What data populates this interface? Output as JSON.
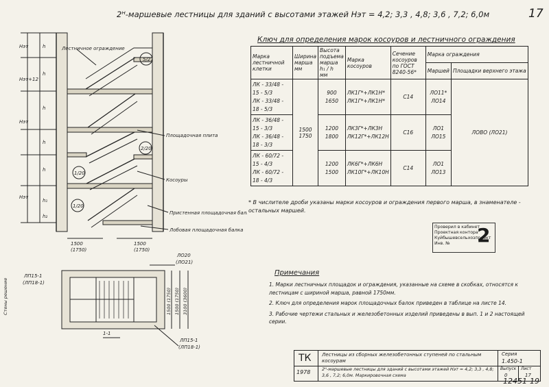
{
  "header": {
    "title": "2ᴴ-маршевые лестницы для зданий с высотами этажей Hэт = 4,2; 3,3 , 4,8; 3,6 , 7,2; 6,0м",
    "page_number": "17"
  },
  "elevation": {
    "labels": {
      "railing": "Лестничное ограждение",
      "landing_slab": "Площадочная плита",
      "stringers": "Косоуры",
      "wall_beam": "Пристенная площадочная балка",
      "front_beam": "Лобовая площадочная балка"
    },
    "circle_marks": [
      "1/20",
      "1/20",
      "2/20",
      "5/21"
    ],
    "dims": [
      "1500",
      "(1750)",
      "1500",
      "(1750)"
    ],
    "side_marks": [
      "Hэт",
      "Hэт+12",
      "h",
      "h",
      "Hэт",
      "h",
      "h",
      "Hэт",
      "h",
      "h₁",
      "h₂"
    ]
  },
  "key": {
    "title": "Ключ для определения марок косоуров и лестничного ограждения",
    "headers": {
      "marka": "Марка лестничной клетки",
      "width": "Ширина марша",
      "width_unit": "мм",
      "height": "Высота подъема марша",
      "height_frac": "h₁ / h",
      "height_unit": "мм",
      "kosour": "Марка косоуров",
      "section": "Сечение косоуров по ГОСТ 8240-56*",
      "railing_group": "Марка ограждения",
      "railing_marsh": "Маршей",
      "railing_landing": "Площадки верхнего этажа"
    },
    "common_width": "1500",
    "common_width_alt": "1750",
    "common_railing": "ЛОВО (ЛО21)",
    "groups": [
      {
        "markas": [
          "ЛК - 33/48 - 15 - 5/3",
          "ЛК - 33/48 - 18 - 5/3"
        ],
        "heights": [
          "900",
          "1650"
        ],
        "kosours": [
          "ЛК1Г*+ЛК1Н*",
          "ЛК1Г*+ЛК1Н*"
        ],
        "section": "С14",
        "railing": [
          "ЛО11*",
          "ЛО14"
        ]
      },
      {
        "markas": [
          "ЛК - 36/48 - 15 - 3/3",
          "ЛК - 36/48 - 18 - 3/3"
        ],
        "heights": [
          "1200",
          "1800"
        ],
        "kosours": [
          "ЛК3Г*+ЛК3Н",
          "ЛК12Г*+ЛК12Н"
        ],
        "section": "С16",
        "railing": [
          "ЛО1",
          "ЛО15"
        ]
      },
      {
        "markas": [
          "ЛК - 60/72 - 15 - 4/3",
          "ЛК - 60/72 - 18 - 4/3"
        ],
        "heights": [
          "1200",
          "1500"
        ],
        "kosours": [
          "ЛК6Г*+ЛК6Н",
          "ЛК10Г*+ЛК10Н"
        ],
        "section": "С14",
        "railing": [
          "ЛО1",
          "ЛО13"
        ]
      }
    ]
  },
  "footnote": "* В числителе дроби указаны марки косоуров и ограждения первого марша, в знаменателе - остальных маршей.",
  "stamp": {
    "lines": [
      "Проверил в кабинет",
      "Проектная контора",
      "Куйбышевсельхозпроект"
    ],
    "inv_label": "Инв. №",
    "inv_number": "2"
  },
  "plan": {
    "labels": [
      "ЛО20",
      "(ЛО21)",
      "ЛП15-1",
      "(ЛП18-1)",
      "ЛП15-1",
      "(ЛП18-1)"
    ],
    "dims": [
      "1500 (1750)",
      "1500 (1750)",
      "3100 (3600)"
    ],
    "section_mark": "1-1",
    "side_text": "Стены решение"
  },
  "notes": {
    "title": "Примечания",
    "items": [
      "1. Марки лестничных площадок и ограждения, указанные на схеме в скобках, относятся к лестницам с шириной марша, равной 1750мм.",
      "2. Ключ для определения марок площадочных балок приведен в таблице на листе 14.",
      "3. Рабочие чертежи стальных и железобетонных изделий приведены в вып. 1 и 2 настоящей серии."
    ]
  },
  "title_block": {
    "org": "ТК",
    "year": "1978",
    "name": "Лестницы из сборных железобетонных ступеней по стальным косоурам",
    "sheet_title": "2ᴴ-маршевые лестницы для зданий с высотами этажей Hэт = 4,2; 3,3 , 4,8; 3,6 , 7,2; 6,0м. Маркировочная схема",
    "series_label": "Серия",
    "series": "1.450-1",
    "issue_label": "Выпуск",
    "issue": "0",
    "sheet_label": "Лист",
    "sheet": "17"
  },
  "bottom": {
    "code": "12451",
    "page": "19"
  }
}
